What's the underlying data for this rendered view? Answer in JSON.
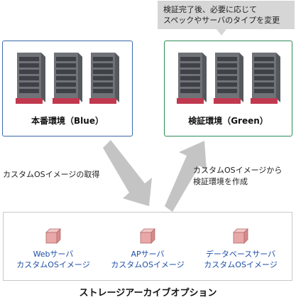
{
  "callout": {
    "line1": "検証完了後、必要に応じて",
    "line2": "スペックやサーバのタイプを変更"
  },
  "environments": {
    "production": {
      "title": "本番環境（Blue）"
    },
    "staging": {
      "title": "検証環境（Green）"
    }
  },
  "arrows": {
    "acquire": {
      "label": "カスタムOSイメージの取得"
    },
    "create": {
      "line1": "カスタムOSイメージから",
      "line2": "検証環境を作成"
    }
  },
  "storage": {
    "title": "ストレージアーカイブオプション",
    "images": [
      {
        "line1": "Webサーバ",
        "line2": "カスタムOSイメージ"
      },
      {
        "line1": "APサーバ",
        "line2": "カスタムOSイメージ"
      },
      {
        "line1": "データベースサーバ",
        "line2": "カスタムOSイメージ"
      }
    ]
  },
  "colors": {
    "blue_border": "#3b6aa8",
    "green_border": "#2e8b57",
    "server_body": "#6f7378",
    "server_base": "#c0394f",
    "image_cube": "#e8a8a8",
    "image_label": "#1f4fa8"
  }
}
